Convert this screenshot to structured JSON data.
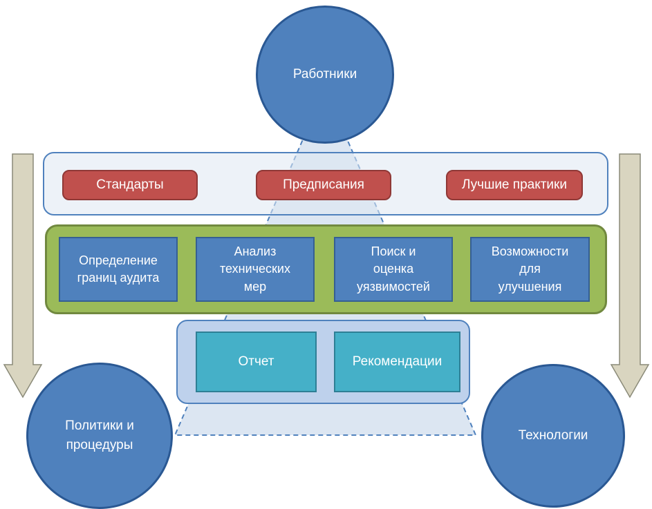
{
  "circles": {
    "top": "Работники",
    "bottom_left": "Политики и\nпроцедуры",
    "bottom_right": "Технологии"
  },
  "standards_row": {
    "items": [
      "Стандарты",
      "Предписания",
      "Лучшие практики"
    ]
  },
  "audit_row": {
    "items": [
      "Определение\nграниц аудита",
      "Анализ\nтехнических\nмер",
      "Поиск и\nоценка\nуязвимостей",
      "Возможности\nдля\nулучшения"
    ]
  },
  "results_row": {
    "items": [
      "Отчет",
      "Рекомендации"
    ]
  },
  "colors": {
    "node_blue": "#4f81bd",
    "node_blue_border": "#2a5893",
    "red_badge": "#c0504d",
    "green_band": "#9bbb59",
    "teal_box": "#45b0c8",
    "triangle_fill": "#dce6f2",
    "triangle_border": "#4f81bd",
    "arrow_tan": "#d9d5c0",
    "container_fill": "#dee7f3"
  }
}
